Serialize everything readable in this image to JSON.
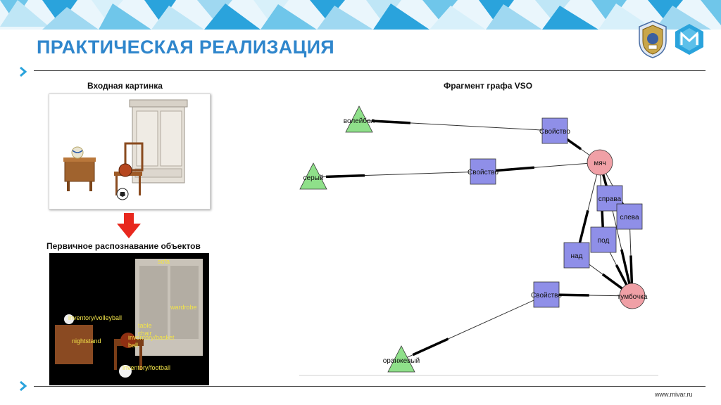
{
  "title": "ПРАКТИЧЕСКАЯ РЕАЛИЗАЦИЯ",
  "input_caption": "Входная картинка",
  "recognition_caption": "Первичное распознавание объектов",
  "graph_caption": "Фрагмент графа  VSO",
  "footer": "www.mivar.ru",
  "recognition_labels": [
    "sofa",
    "wardrobe",
    "inventory/volleyball",
    "table",
    "chair",
    "inventory/basket",
    "ball",
    "nightstand",
    "inventory/football"
  ],
  "graph": {
    "nodes": [
      {
        "id": "volleyball",
        "label": "волейбол",
        "kind": "value"
      },
      {
        "id": "gray",
        "label": "серый",
        "kind": "value"
      },
      {
        "id": "orange",
        "label": "оранжевый",
        "kind": "value"
      },
      {
        "id": "prop1",
        "label": "Свойство",
        "kind": "relation"
      },
      {
        "id": "prop2",
        "label": "Свойство",
        "kind": "relation"
      },
      {
        "id": "prop3",
        "label": "Свойство",
        "kind": "relation"
      },
      {
        "id": "right",
        "label": "справа",
        "kind": "relation"
      },
      {
        "id": "left",
        "label": "слева",
        "kind": "relation"
      },
      {
        "id": "under",
        "label": "под",
        "kind": "relation"
      },
      {
        "id": "above",
        "label": "над",
        "kind": "relation"
      },
      {
        "id": "ball",
        "label": "мяч",
        "kind": "object"
      },
      {
        "id": "nightstand",
        "label": "тумбочка",
        "kind": "object"
      }
    ],
    "edges": [
      [
        "prop1",
        "volleyball"
      ],
      [
        "ball",
        "prop1"
      ],
      [
        "prop2",
        "gray"
      ],
      [
        "ball",
        "prop2"
      ],
      [
        "prop3",
        "orange"
      ],
      [
        "nightstand",
        "prop3"
      ],
      [
        "ball",
        "right"
      ],
      [
        "right",
        "nightstand"
      ],
      [
        "ball",
        "left"
      ],
      [
        "left",
        "nightstand"
      ],
      [
        "ball",
        "under"
      ],
      [
        "under",
        "nightstand"
      ],
      [
        "ball",
        "above"
      ],
      [
        "above",
        "nightstand"
      ]
    ]
  },
  "colors": {
    "title": "#2f86cc",
    "object": "#f0a0a6",
    "relation": "#8f8fe8",
    "value": "#8fe08a",
    "accent": "#2aa3dc"
  }
}
